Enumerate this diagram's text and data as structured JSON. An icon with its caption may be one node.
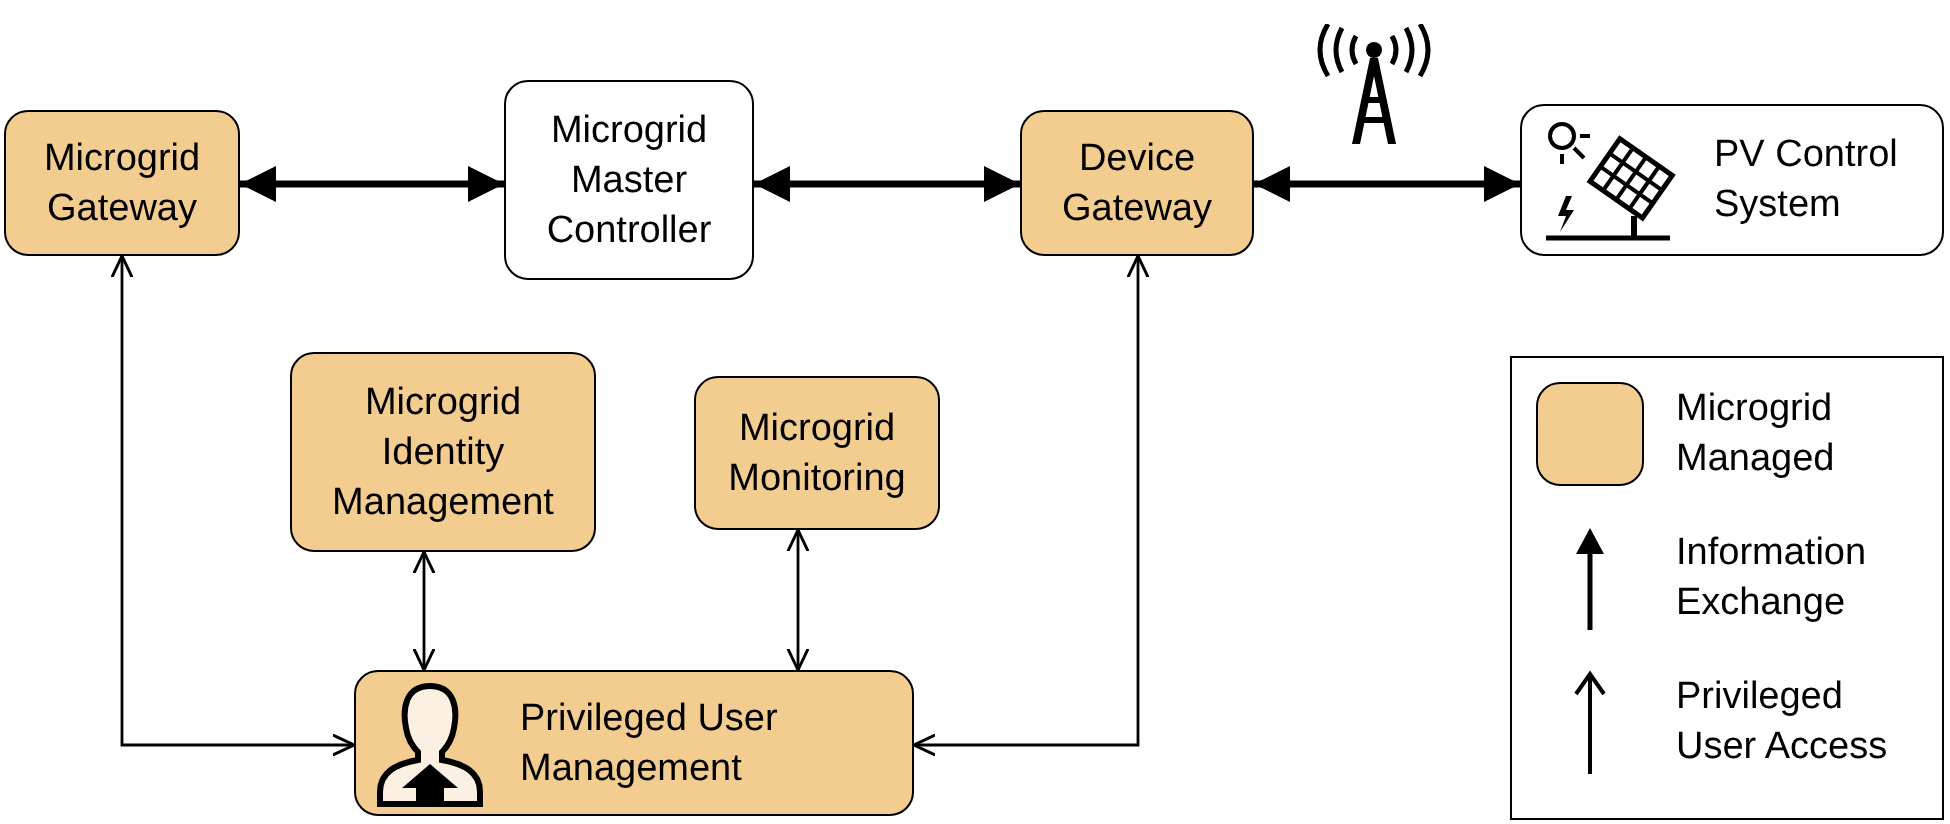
{
  "diagram": {
    "nodes": [
      {
        "text": [
          "Microgrid Gateway"
        ]
      },
      {
        "text": [
          "Microgrid Master Controller"
        ]
      },
      {
        "text": [
          "Device Gateway"
        ]
      },
      {
        "text": [
          "PV Control System"
        ]
      },
      {
        "text": [
          "Microgrid Identity Management"
        ]
      },
      {
        "text": [
          "Microgrid Monitoring"
        ]
      },
      {
        "text": [
          "Privileged User Management"
        ]
      }
    ],
    "edges": [
      {
        "from": 0,
        "to": 1,
        "arrow": "both",
        "style": "thick"
      },
      {
        "from": 1,
        "to": 2,
        "arrow": "both",
        "style": "thick"
      },
      {
        "from": 2,
        "to": 3,
        "arrow": "both",
        "style": "thick"
      },
      {
        "from": 0,
        "to": 6,
        "arrow": "both"
      },
      {
        "from": 4,
        "to": 6,
        "arrow": "both"
      },
      {
        "from": 5,
        "to": 6,
        "arrow": "both"
      },
      {
        "from": 2,
        "to": 6,
        "arrow": "both"
      }
    ],
    "legend": [
      {
        "text": "Microgrid Managed",
        "color": "#f3cd90"
      },
      {
        "text": "Information Exchange"
      },
      {
        "text": "Privileged User Access"
      }
    ]
  }
}
